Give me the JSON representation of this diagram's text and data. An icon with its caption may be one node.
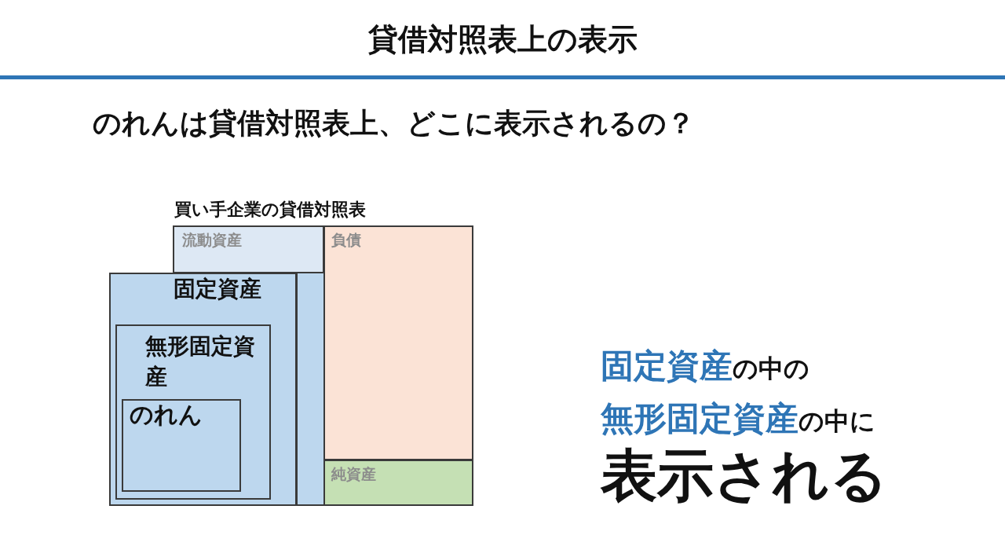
{
  "diagram": {
    "title": "貸借対照表上の表示",
    "nodes": [
      {
        "text": [
          "買い手企業の貸借対照表"
        ]
      },
      {
        "text": [
          "流動資産"
        ],
        "in": 0
      },
      {
        "text": [
          "負債"
        ],
        "in": 0
      },
      {
        "text": [
          "固定資産"
        ]
      },
      {
        "text": [
          "無形固定資産"
        ],
        "in": 3
      },
      {
        "text": [
          "のれん"
        ],
        "in": 4
      },
      {
        "text": [
          "純資産"
        ],
        "in": 0
      }
    ],
    "edges": [],
    "labels": [
      "のれんは貸借対照表上、どこに表示されるの？",
      "固定資産",
      "の中の",
      "無形固定資産",
      "の中に",
      "表示される"
    ]
  }
}
